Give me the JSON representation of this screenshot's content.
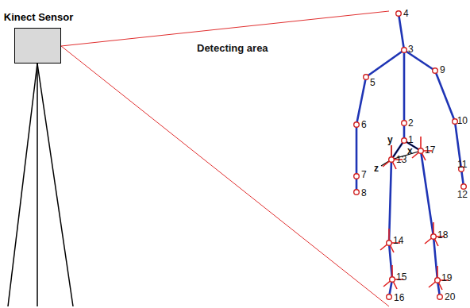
{
  "diagram": {
    "nodes": [
      {
        "text": [
          "Kinect Sensor"
        ]
      }
    ],
    "labels": [
      "Detecting area",
      "4",
      "3",
      "5",
      "9",
      "6",
      "2",
      "10",
      "1",
      "y",
      "x",
      "17",
      "13",
      "z",
      "7",
      "8",
      "11",
      "12",
      "14",
      "18",
      "15",
      "19",
      "20",
      "16"
    ]
  }
}
